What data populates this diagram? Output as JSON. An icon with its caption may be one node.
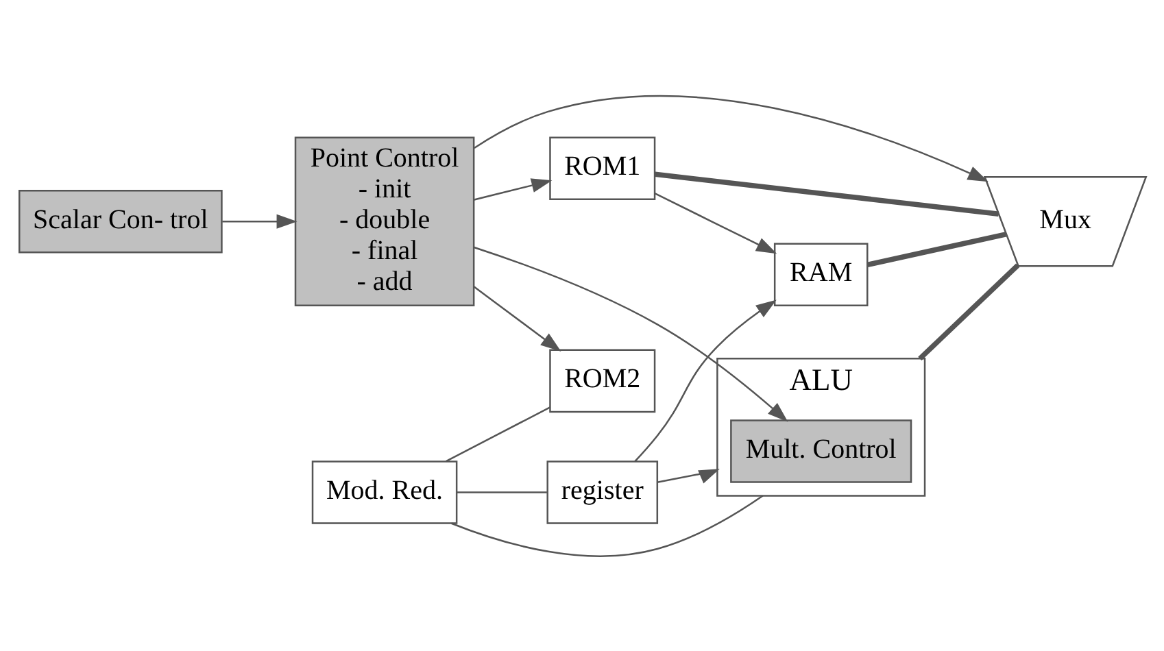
{
  "diagram": {
    "nodes": [
      {
        "text": [
          "Scalar Con- trol"
        ]
      },
      {
        "text": [
          "Point Control",
          "- init",
          "- double",
          "- final",
          "- add"
        ]
      },
      {
        "text": [
          "ROM1"
        ]
      },
      {
        "text": [
          "RAM"
        ]
      },
      {
        "text": [
          "Mux"
        ]
      },
      {
        "text": [
          "Mult. Control"
        ],
        "in": 6
      },
      {
        "text": [
          "ALU"
        ]
      },
      {
        "text": [
          "ROM2"
        ]
      },
      {
        "text": [
          "Mod. Red."
        ]
      },
      {
        "text": [
          "register"
        ]
      }
    ],
    "edges": [
      {
        "from": 0,
        "to": 1,
        "arrow": "to"
      },
      {
        "from": 1,
        "to": 2,
        "arrow": "to"
      },
      {
        "from": 1,
        "to": 4,
        "arrow": "to"
      },
      {
        "from": 1,
        "to": 5,
        "arrow": "to"
      },
      {
        "from": 1,
        "to": 7,
        "arrow": "to"
      },
      {
        "from": 2,
        "to": 3,
        "arrow": "to"
      },
      {
        "from": 2,
        "to": 4,
        "arrow": "none",
        "style": "thick"
      },
      {
        "from": 3,
        "to": 4,
        "arrow": "none",
        "style": "thick"
      },
      {
        "from": 4,
        "to": 6,
        "arrow": "none",
        "style": "thick"
      },
      {
        "from": 6,
        "to": 8,
        "arrow": "none"
      },
      {
        "from": 8,
        "to": 7,
        "arrow": "none"
      },
      {
        "from": 8,
        "to": 9,
        "arrow": "none"
      },
      {
        "from": 9,
        "to": 3,
        "arrow": "to"
      },
      {
        "from": 9,
        "to": 6,
        "arrow": "to"
      }
    ]
  }
}
